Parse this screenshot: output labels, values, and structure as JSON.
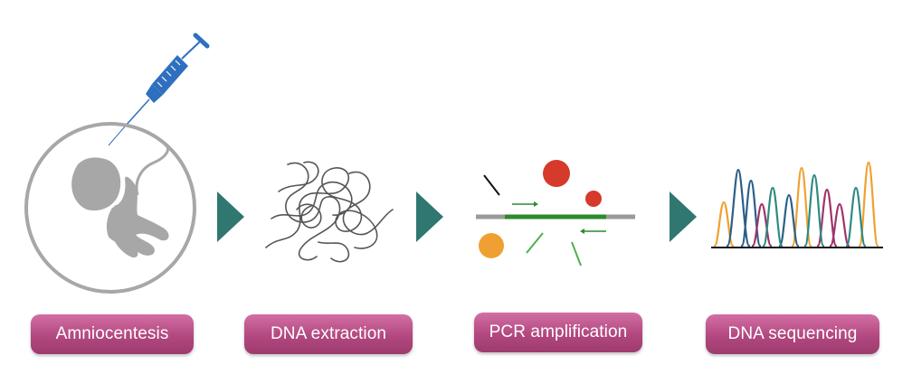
{
  "steps": [
    {
      "label": "Amniocentesis"
    },
    {
      "label": "DNA extraction"
    },
    {
      "label": "PCR amplification"
    },
    {
      "label": "DNA sequencing"
    }
  ],
  "icons": {
    "syringe": "syringe-icon",
    "fetus": "fetus-icon",
    "dna_tangle": "dna-strand-icon",
    "pcr": "pcr-amplification-icon",
    "chromatogram": "sequencing-chromatogram-icon",
    "arrow": "play-arrow-icon"
  },
  "colors": {
    "pill": "#b2487f",
    "arrow": "#2f7770",
    "syringe": "#2f6fc0",
    "fetus": "#a7a7a7",
    "strand": "#555555",
    "pcr_template": "#9a9a9a",
    "pcr_target": "#2b8a2b",
    "primer": "#4fb04f",
    "dot_red": "#d63a2a",
    "dot_orange": "#f0a032",
    "trace_orange": "#f0a030",
    "trace_blue": "#2c5f8a",
    "trace_purple": "#a0336a",
    "trace_teal": "#2f8a80"
  }
}
